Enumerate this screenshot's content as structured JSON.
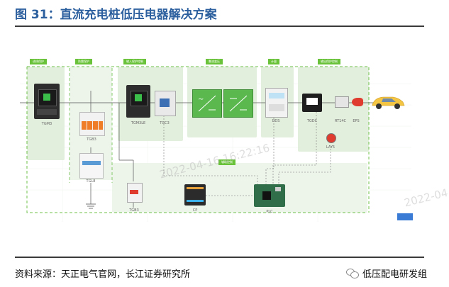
{
  "figure": {
    "title": "图 31：直流充电桩低压电器解决方案",
    "source": "资料来源：天正电气官网，长江证券研究所",
    "brand": "低压配电研发组"
  },
  "zones": {
    "z1": "进线保护",
    "z2": "防雷保护",
    "z3": "输入保护控制",
    "z4": "整流变压",
    "z5": "计量",
    "z6": "输出保护控制",
    "z7": "辅助控制"
  },
  "devices": {
    "breaker_main": "TGM3",
    "spd1": "TGB3",
    "spd2": "TGL8",
    "breaker_in": "TGM3LE",
    "contactor_in": "TGC3",
    "meter": "DDS",
    "dc_contactor": "TGDC",
    "fuse": "RT14C",
    "estop": "LAY5",
    "button": "EPS",
    "small_breaker": "TGB3",
    "cp": "CP",
    "plc": "PLC"
  },
  "watermarks": {
    "w1": "2022-04-16 16:22:16",
    "w2": "2022-04"
  },
  "colors": {
    "title": "#2c5f9e",
    "accent_green": "#69c23a",
    "zone_green": "#dcecd5"
  }
}
